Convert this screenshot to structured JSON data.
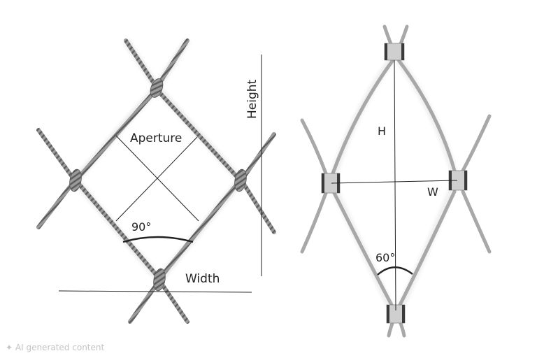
{
  "left_diagram": {
    "type": "knotted-wire-mesh",
    "labels": {
      "aperture": "Aperture",
      "angle": "90°",
      "width": "Width",
      "height": "Height"
    }
  },
  "right_diagram": {
    "type": "ferruled-wire-mesh",
    "labels": {
      "height": "H",
      "width": "W",
      "angle": "60°"
    }
  },
  "watermark": {
    "icon": "ai-sparkle-icon",
    "text": "AI generated content"
  },
  "colors": {
    "wire": "#8a8a8a",
    "wire_dark": "#555555",
    "ferrule": "#c8c8c8",
    "line": "#222222",
    "background": "#ffffff"
  }
}
